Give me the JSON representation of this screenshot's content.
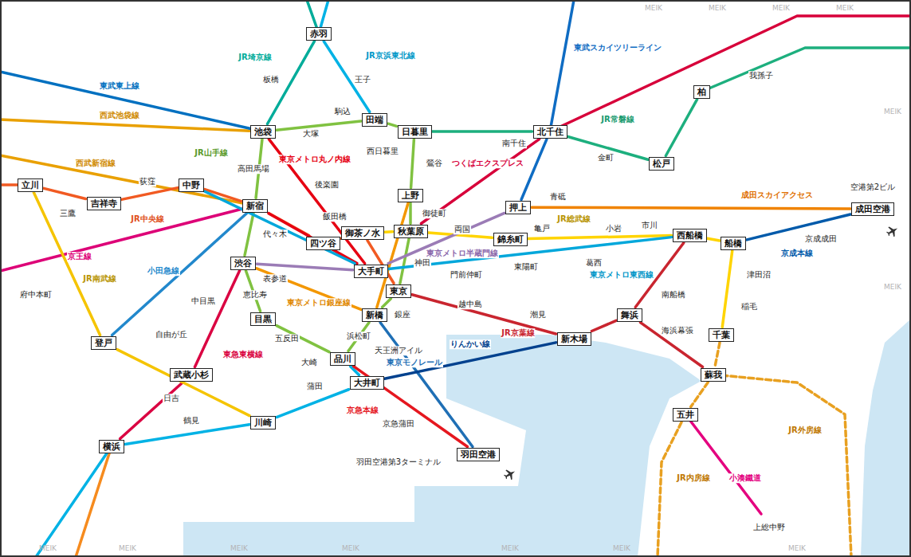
{
  "diagram": {
    "nodes": [
      {
        "text": [
          "赤羽"
        ]
      },
      {
        "text": [
          "柏"
        ]
      },
      {
        "text": [
          "池袋"
        ]
      },
      {
        "text": [
          "田端"
        ]
      },
      {
        "text": [
          "日暮里"
        ]
      },
      {
        "text": [
          "北千住"
        ]
      },
      {
        "text": [
          "松戸"
        ]
      },
      {
        "text": [
          "立川"
        ]
      },
      {
        "text": [
          "吉祥寺"
        ]
      },
      {
        "text": [
          "中野"
        ]
      },
      {
        "text": [
          "新宿"
        ]
      },
      {
        "text": [
          "上野"
        ]
      },
      {
        "text": [
          "押上"
        ]
      },
      {
        "text": [
          "西船橋"
        ]
      },
      {
        "text": [
          "成田空港"
        ]
      },
      {
        "text": [
          "秋葉原"
        ]
      },
      {
        "text": [
          "御茶ノ水"
        ]
      },
      {
        "text": [
          "錦糸町"
        ]
      },
      {
        "text": [
          "船橋"
        ]
      },
      {
        "text": [
          "四ツ谷"
        ]
      },
      {
        "text": [
          "大手町"
        ]
      },
      {
        "text": [
          "渋谷"
        ]
      },
      {
        "text": [
          "東京"
        ]
      },
      {
        "text": [
          "新橋"
        ]
      },
      {
        "text": [
          "舞浜"
        ]
      },
      {
        "text": [
          "新木場"
        ]
      },
      {
        "text": [
          "千葉"
        ]
      },
      {
        "text": [
          "目黒"
        ]
      },
      {
        "text": [
          "品川"
        ]
      },
      {
        "text": [
          "登戸"
        ]
      },
      {
        "text": [
          "武蔵小杉"
        ]
      },
      {
        "text": [
          "大井町"
        ]
      },
      {
        "text": [
          "蘇我"
        ]
      },
      {
        "text": [
          "五井"
        ]
      },
      {
        "text": [
          "川崎"
        ]
      },
      {
        "text": [
          "横浜"
        ]
      },
      {
        "text": [
          "羽田空港"
        ]
      }
    ],
    "edges": [
      {
        "from": 2,
        "to": 3,
        "arrow": "none"
      },
      {
        "from": 3,
        "to": 4,
        "arrow": "none"
      },
      {
        "from": 4,
        "to": 11,
        "arrow": "none"
      },
      {
        "from": 11,
        "to": 15,
        "arrow": "none"
      },
      {
        "from": 15,
        "to": 22,
        "arrow": "none"
      },
      {
        "from": 22,
        "to": 23,
        "arrow": "none"
      },
      {
        "from": 23,
        "to": 28,
        "arrow": "none"
      },
      {
        "from": 28,
        "to": 27,
        "arrow": "none"
      },
      {
        "from": 27,
        "to": 21,
        "arrow": "none"
      },
      {
        "from": 21,
        "to": 10,
        "arrow": "none"
      },
      {
        "from": 10,
        "to": 2,
        "arrow": "none"
      },
      {
        "from": 7,
        "to": 8,
        "arrow": "none"
      },
      {
        "from": 8,
        "to": 9,
        "arrow": "none"
      },
      {
        "from": 9,
        "to": 10,
        "arrow": "none"
      },
      {
        "from": 10,
        "to": 19,
        "arrow": "none"
      },
      {
        "from": 19,
        "to": 16,
        "arrow": "none"
      },
      {
        "from": 16,
        "to": 22,
        "arrow": "none"
      },
      {
        "from": 16,
        "to": 15,
        "arrow": "none"
      },
      {
        "from": 15,
        "to": 17,
        "arrow": "none"
      },
      {
        "from": 17,
        "to": 13,
        "arrow": "none"
      },
      {
        "from": 13,
        "to": 18,
        "arrow": "none"
      },
      {
        "from": 18,
        "to": 26,
        "arrow": "none"
      },
      {
        "from": 0,
        "to": 3,
        "arrow": "none"
      },
      {
        "from": 28,
        "to": 31,
        "arrow": "none"
      },
      {
        "from": 31,
        "to": 34,
        "arrow": "none"
      },
      {
        "from": 34,
        "to": 35,
        "arrow": "none"
      },
      {
        "from": 0,
        "to": 2,
        "arrow": "none"
      },
      {
        "from": 4,
        "to": 5,
        "arrow": "none"
      },
      {
        "from": 5,
        "to": 6,
        "arrow": "none"
      },
      {
        "from": 6,
        "to": 1,
        "arrow": "none"
      },
      {
        "from": 22,
        "to": 25,
        "arrow": "none"
      },
      {
        "from": 25,
        "to": 24,
        "arrow": "none"
      },
      {
        "from": 24,
        "to": 32,
        "arrow": "none"
      },
      {
        "from": 24,
        "to": 13,
        "arrow": "none"
      },
      {
        "from": 26,
        "to": 32,
        "arrow": "none"
      },
      {
        "from": 32,
        "to": 33,
        "arrow": "none"
      },
      {
        "from": 21,
        "to": 30,
        "arrow": "none"
      },
      {
        "from": 30,
        "to": 35,
        "arrow": "none"
      },
      {
        "from": 7,
        "to": 29,
        "arrow": "none"
      },
      {
        "from": 29,
        "to": 34,
        "arrow": "none"
      },
      {
        "from": 10,
        "to": 29,
        "arrow": "none"
      },
      {
        "from": 28,
        "to": 36,
        "arrow": "none"
      },
      {
        "from": 23,
        "to": 36,
        "arrow": "none"
      },
      {
        "from": 25,
        "to": 31,
        "arrow": "none"
      },
      {
        "from": 21,
        "to": 23,
        "arrow": "none"
      },
      {
        "from": 23,
        "to": 11,
        "arrow": "none"
      },
      {
        "from": 2,
        "to": 20,
        "arrow": "none"
      },
      {
        "from": 20,
        "to": 10,
        "arrow": "none"
      },
      {
        "from": 9,
        "to": 20,
        "arrow": "none"
      },
      {
        "from": 20,
        "to": 13,
        "arrow": "none"
      },
      {
        "from": 21,
        "to": 20,
        "arrow": "none"
      },
      {
        "from": 20,
        "to": 12,
        "arrow": "none"
      },
      {
        "from": 15,
        "to": 5,
        "arrow": "none"
      },
      {
        "from": 18,
        "to": 14,
        "arrow": "none"
      },
      {
        "from": 12,
        "to": 14,
        "arrow": "none"
      },
      {
        "from": 12,
        "to": 5,
        "arrow": "none"
      }
    ],
    "labels": [
      "JR埼京線",
      "JR京浜東北線",
      "JR山手線",
      "JR中央線",
      "JR総武線",
      "JR常磐線",
      "JR京葉線",
      "JR南武線",
      "東急東横線",
      "京急本線",
      "東京モノレール",
      "りんかい線",
      "京成本線",
      "成田スカイアクセス",
      "つくばエクスプレス",
      "東武スカイツリーライン",
      "東京メトロ銀座線",
      "東京メトロ丸ノ内線",
      "東京メトロ東西線",
      "東京メトロ半蔵門線",
      "小田急線",
      "京王線",
      "西武池袋線",
      "東武東上線",
      "西武新宿線",
      "JR内房線",
      "JR外房線",
      "小湊鐵道",
      "板橋",
      "王子",
      "大塚",
      "駒込",
      "西日暮里",
      "鶯谷",
      "御徒町",
      "神田",
      "銀座",
      "浜松町",
      "五反田",
      "大崎",
      "恵比寿",
      "代々木",
      "高田馬場",
      "三鷹",
      "荻窪",
      "飯田橋",
      "両国",
      "亀戸",
      "小岩",
      "市川",
      "津田沼",
      "稲毛",
      "金町",
      "我孫子",
      "蒲田",
      "鶴見",
      "中目黒",
      "自由が丘",
      "日吉",
      "府中本町",
      "京急蒲田",
      "天王洲アイル",
      "越中島",
      "潮見",
      "海浜幕張",
      "南船橋",
      "京成成田",
      "青砥",
      "門前仲町",
      "東陽町",
      "葛西",
      "表参道",
      "後楽園",
      "南千住",
      "上総中野",
      "空港第2ビル",
      "羽田空港第3ターミナル",
      "MEIK",
      "MEIK",
      "MEIK",
      "MEIK",
      "MEIK",
      "MEIK",
      "MEIK",
      "MEIK",
      "MEIK",
      "MEIK",
      "MEIK",
      "MEIK",
      "MEIK"
    ]
  }
}
